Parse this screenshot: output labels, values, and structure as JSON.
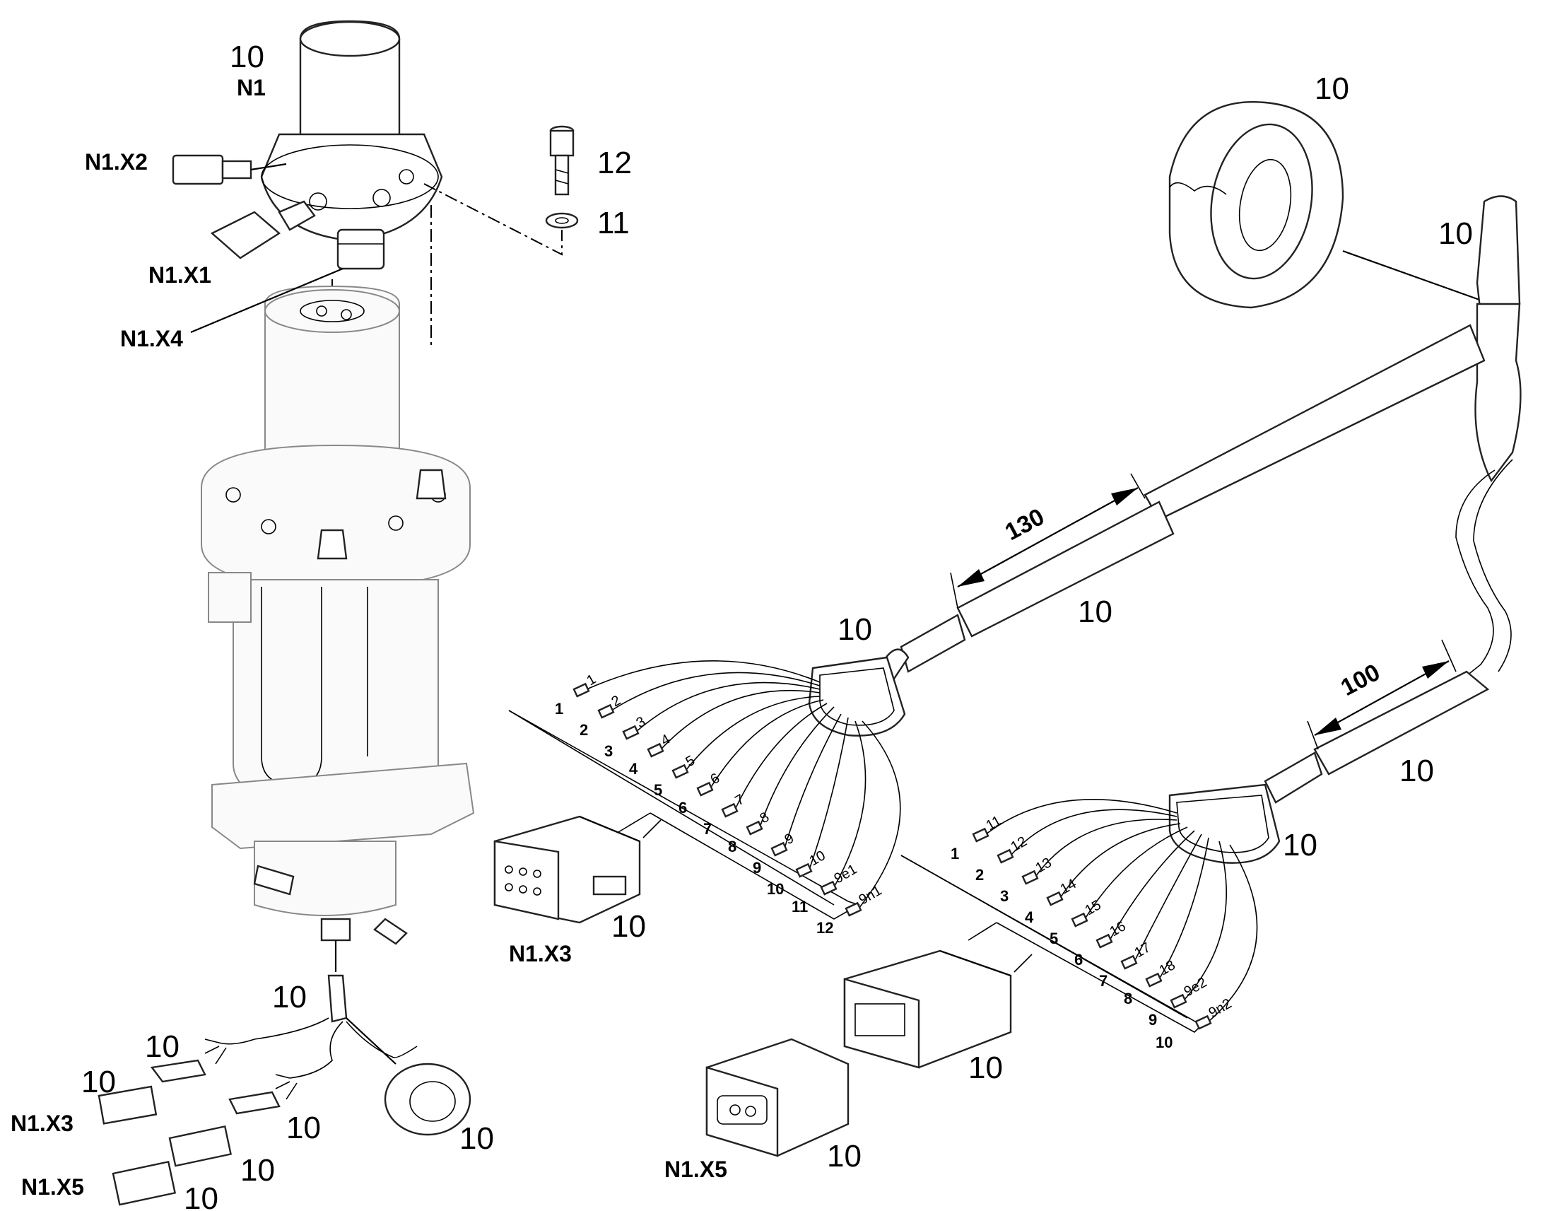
{
  "callouts": {
    "n1_item": "10",
    "n1": "N1",
    "n1_x2": "N1.X2",
    "n1_x1": "N1.X1",
    "n1_x4": "N1.X4",
    "screw_item": "12",
    "washer_item": "11",
    "tape_top_item": "10",
    "harness_top_item": "10",
    "dim_130": "130",
    "cable_130_item": "10",
    "x3_housing_item": "10",
    "dim_100": "100",
    "cable_100_item": "10",
    "x5_housing_item": "10",
    "x3_connector_item": "10",
    "x3_connector_code": "N1.X3",
    "x5_plug_item": "10",
    "x5_connector_item": "10",
    "x5_connector_code": "N1.X5",
    "ov_harness_item": "10",
    "ov_x3_wires_item": "10",
    "ov_x3_item": "10",
    "ov_x3_code": "N1.X3",
    "ov_x5_wires_item": "10",
    "ov_x5_plug_item": "10",
    "ov_x5_code": "N1.X5",
    "ov_x5_item": "10",
    "ov_tape_item": "10"
  },
  "dimensions": {
    "upper_strip_length": "130",
    "lower_strip_length": "100"
  },
  "x3_pins": {
    "positions": [
      "1",
      "2",
      "3",
      "4",
      "5",
      "6",
      "7",
      "8",
      "9",
      "10",
      "11",
      "12"
    ],
    "wires": [
      "1",
      "2",
      "3",
      "4",
      "5",
      "6",
      "7",
      "8",
      "9",
      "10",
      "9e1",
      "9n1"
    ]
  },
  "x5_pins": {
    "positions": [
      "1",
      "2",
      "3",
      "4",
      "5",
      "6",
      "7",
      "8",
      "9",
      "10"
    ],
    "wires": [
      "11",
      "12",
      "13",
      "14",
      "15",
      "16",
      "17",
      "18",
      "9e2",
      "9n2"
    ]
  }
}
